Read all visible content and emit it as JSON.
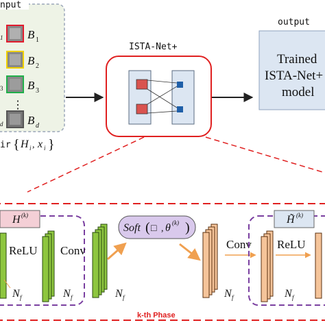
{
  "input": {
    "title": "nput",
    "pair_prefix": "ir",
    "pair_open": "{",
    "pair_close": "}",
    "pair_H": "H",
    "pair_H_sub": "i",
    "pair_sep": ",",
    "pair_x": "x",
    "pair_x_sub": "i",
    "vdots": "⋮",
    "d_sub": "d",
    "items": [
      {
        "letter": "B",
        "sub": "1",
        "left_sub": "1",
        "color": "#e21b2d"
      },
      {
        "letter": "B",
        "sub": "2",
        "left_sub": "",
        "color": "#f0d000"
      },
      {
        "letter": "B",
        "sub": "3",
        "left_sub": "3",
        "color": "#20b04a"
      },
      {
        "letter": "B",
        "sub": "d",
        "left_sub": "d",
        "color": "#555555"
      }
    ]
  },
  "net": {
    "title": "ISTA-Net+"
  },
  "output": {
    "title": "output",
    "lines": [
      "Trained",
      "ISTA-Net+",
      "model"
    ]
  },
  "phase": {
    "title": "k-th Phase",
    "H_label": "H",
    "Htilde_label": "H̃",
    "k_sup": "(k)",
    "relu1": "ReLU",
    "conv1": "Conv",
    "conv2": "Conv",
    "relu2": "ReLU",
    "nf": "N",
    "nf_sub": "f",
    "soft_label": "Soft",
    "soft_box": "□",
    "soft_theta": "θ",
    "soft_open": "(",
    "soft_comma": ",",
    "soft_close": ")"
  },
  "colors": {
    "input_bg": "#eef3e6",
    "net_border": "#e02020",
    "panel_fill": "#dce6f2",
    "red_node": "#d9534f",
    "blue_node": "#1f5fa8",
    "output_fill": "#dce6f2",
    "dash_red": "#e02020",
    "dash_purple": "#7a3fa0",
    "green": "#8ec63f",
    "orange": "#f5c49a",
    "soft_fill": "#d9c9ec",
    "arrow_orange": "#f0a050",
    "pink": "#f4cfd6"
  }
}
